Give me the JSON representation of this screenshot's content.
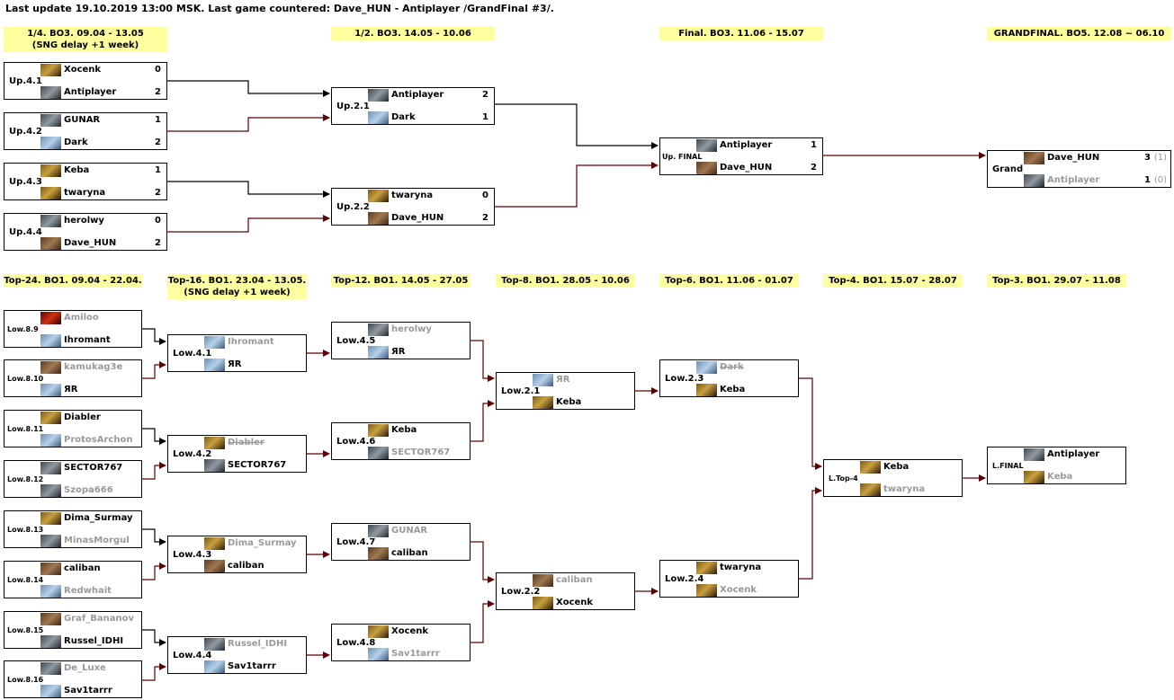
{
  "status": "Last update 19.10.2019 13:00 MSK. Last game countered: Dave_HUN  -  Antiplayer /GrandFinal #3/.",
  "headers": {
    "h1": "1/4. BO3. 09.04 - 13.05\n(SNG delay +1 week)",
    "h2": "1/2. BO3. 14.05 - 10.06",
    "h3": "Final. BO3. 11.06 - 15.07",
    "h4": "GRANDFINAL. BO5. 12.08 ~ 06.10",
    "l1": "Top-24. BO1. 09.04 - 22.04.",
    "l2": "Top-16. BO1. 23.04 - 13.05.\n(SNG delay +1 week)",
    "l3": "Top-12. BO1. 14.05 - 27.05",
    "l4": "Top-8. BO1. 28.05 - 10.06",
    "l5": "Top-6. BO1. 11.06 - 01.07",
    "l6": "Top-4. BO1. 15.07 - 28.07",
    "l7": "Top-3. BO1. 29.07 - 11.08"
  },
  "matches": {
    "up41": {
      "label": "Up.4.1",
      "p1": {
        "name": "Xocenk",
        "score": "0",
        "race": "race-t"
      },
      "p2": {
        "name": "Antiplayer",
        "score": "2",
        "race": "race-u"
      }
    },
    "up42": {
      "label": "Up.4.2",
      "p1": {
        "name": "GUNAR",
        "score": "1",
        "race": "race-u"
      },
      "p2": {
        "name": "Dark",
        "score": "2",
        "race": "race-p"
      }
    },
    "up43": {
      "label": "Up.4.3",
      "p1": {
        "name": "Keba",
        "score": "1",
        "race": "race-t"
      },
      "p2": {
        "name": "twaryna",
        "score": "2",
        "race": "race-t"
      }
    },
    "up44": {
      "label": "Up.4.4",
      "p1": {
        "name": "herolwy",
        "score": "0",
        "race": "race-u"
      },
      "p2": {
        "name": "Dave_HUN",
        "score": "2",
        "race": "race-z"
      }
    },
    "up21": {
      "label": "Up.2.1",
      "p1": {
        "name": "Antiplayer",
        "score": "2",
        "race": "race-u"
      },
      "p2": {
        "name": "Dark",
        "score": "1",
        "race": "race-p"
      }
    },
    "up22": {
      "label": "Up.2.2",
      "p1": {
        "name": "twaryna",
        "score": "0",
        "race": "race-t"
      },
      "p2": {
        "name": "Dave_HUN",
        "score": "2",
        "race": "race-z"
      }
    },
    "upf": {
      "label": "Up. FINAL",
      "p1": {
        "name": "Antiplayer",
        "score": "1",
        "race": "race-u"
      },
      "p2": {
        "name": "Dave_HUN",
        "score": "2",
        "race": "race-z"
      }
    },
    "grand": {
      "label": "Grand",
      "p1": {
        "name": "Dave_HUN",
        "score": "3",
        "prev": "(1)",
        "race": "race-z"
      },
      "p2": {
        "name": "Antiplayer",
        "score": "1",
        "prev": "(0)",
        "race": "race-u"
      }
    },
    "low89": {
      "label": "Low.8.9",
      "p1": {
        "name": "Amiloo",
        "race": "race-r"
      },
      "p2": {
        "name": "Ihromant",
        "race": "race-p"
      }
    },
    "low810": {
      "label": "Low.8.10",
      "p1": {
        "name": "kamukag3e",
        "race": "race-z"
      },
      "p2": {
        "name": "ЯR",
        "race": "race-p"
      }
    },
    "low811": {
      "label": "Low.8.11",
      "p1": {
        "name": "Diabler",
        "race": "race-t"
      },
      "p2": {
        "name": "ProtosArchon",
        "race": "race-p"
      }
    },
    "low812": {
      "label": "Low.8.12",
      "p1": {
        "name": "SECTOR767",
        "race": "race-u"
      },
      "p2": {
        "name": "Szopa666",
        "race": "race-u"
      }
    },
    "low813": {
      "label": "Low.8.13",
      "p1": {
        "name": "Dima_Surmay",
        "race": "race-t"
      },
      "p2": {
        "name": "MinasMorgul",
        "race": "race-u"
      }
    },
    "low814": {
      "label": "Low.8.14",
      "p1": {
        "name": "caliban",
        "race": "race-z"
      },
      "p2": {
        "name": "Redwhait",
        "race": "race-p"
      }
    },
    "low815": {
      "label": "Low.8.15",
      "p1": {
        "name": "Graf_Bananov",
        "race": "race-z"
      },
      "p2": {
        "name": "Russel_IDHI",
        "race": "race-u"
      }
    },
    "low816": {
      "label": "Low.8.16",
      "p1": {
        "name": "De_Luxe",
        "race": "race-u"
      },
      "p2": {
        "name": "Sav1tarrr",
        "race": "race-p"
      }
    },
    "low41": {
      "label": "Low.4.1",
      "p1": {
        "name": "Ihromant",
        "race": "race-p"
      },
      "p2": {
        "name": "ЯR",
        "race": "race-p"
      }
    },
    "low42": {
      "label": "Low.4.2",
      "p1": {
        "name": "Diabler",
        "race": "race-t"
      },
      "p2": {
        "name": "SECTOR767",
        "race": "race-u"
      }
    },
    "low43": {
      "label": "Low.4.3",
      "p1": {
        "name": "Dima_Surmay",
        "race": "race-t"
      },
      "p2": {
        "name": "caliban",
        "race": "race-z"
      }
    },
    "low44": {
      "label": "Low.4.4",
      "p1": {
        "name": "Russel_IDHI",
        "race": "race-u"
      },
      "p2": {
        "name": "Sav1tarrr",
        "race": "race-p"
      }
    },
    "low45": {
      "label": "Low.4.5",
      "p1": {
        "name": "herolwy",
        "race": "race-u"
      },
      "p2": {
        "name": "ЯR",
        "race": "race-p"
      }
    },
    "low46": {
      "label": "Low.4.6",
      "p1": {
        "name": "Keba",
        "race": "race-t"
      },
      "p2": {
        "name": "SECTOR767",
        "race": "race-u"
      }
    },
    "low47": {
      "label": "Low.4.7",
      "p1": {
        "name": "GUNAR",
        "race": "race-u"
      },
      "p2": {
        "name": "caliban",
        "race": "race-z"
      }
    },
    "low48": {
      "label": "Low.4.8",
      "p1": {
        "name": "Xocenk",
        "race": "race-t"
      },
      "p2": {
        "name": "Sav1tarrr",
        "race": "race-p"
      }
    },
    "low21": {
      "label": "Low.2.1",
      "p1": {
        "name": "ЯR",
        "race": "race-p"
      },
      "p2": {
        "name": "Keba",
        "race": "race-t"
      }
    },
    "low22": {
      "label": "Low.2.2",
      "p1": {
        "name": "caliban",
        "race": "race-z"
      },
      "p2": {
        "name": "Xocenk",
        "race": "race-t"
      }
    },
    "low23": {
      "label": "Low.2.3",
      "p1": {
        "name": "Dark",
        "race": "race-p"
      },
      "p2": {
        "name": "Keba",
        "race": "race-t"
      }
    },
    "low24": {
      "label": "Low.2.4",
      "p1": {
        "name": "twaryna",
        "race": "race-t"
      },
      "p2": {
        "name": "Xocenk",
        "race": "race-t"
      }
    },
    "ltop4": {
      "label": "L.Top-4",
      "p1": {
        "name": "Keba",
        "race": "race-t"
      },
      "p2": {
        "name": "twaryna",
        "race": "race-t"
      }
    },
    "lfinal": {
      "label": "L.FINAL",
      "p1": {
        "name": "Antiplayer",
        "race": "race-u"
      },
      "p2": {
        "name": "Keba",
        "race": "race-t"
      }
    }
  },
  "colors": {
    "header_bg": "#ffffa0",
    "winner_line": "#000000",
    "loser_line": "#5a0000",
    "loser_text": "#999999"
  }
}
